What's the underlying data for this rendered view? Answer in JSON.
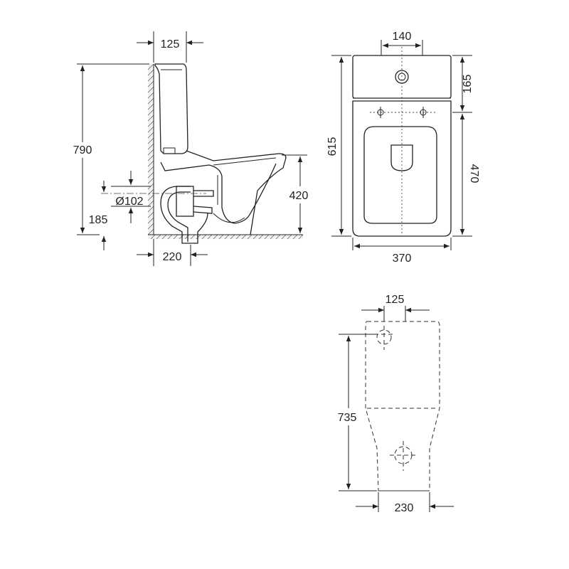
{
  "side_view": {
    "dim_tank_depth": "125",
    "dim_total_height": "790",
    "dim_outlet_diameter": "Ø102",
    "dim_outlet_height": "185",
    "dim_seat_height": "420",
    "dim_outlet_distance": "220"
  },
  "top_view": {
    "dim_button_width": "140",
    "dim_tank_front": "165",
    "dim_total_length": "615",
    "dim_bowl_length": "470",
    "dim_width": "370"
  },
  "bottom_view": {
    "dim_top_offset": "125",
    "dim_hole_spacing": "735",
    "dim_base_width": "230"
  },
  "colors": {
    "line": "#222222",
    "wall_hatch": "#555555"
  }
}
